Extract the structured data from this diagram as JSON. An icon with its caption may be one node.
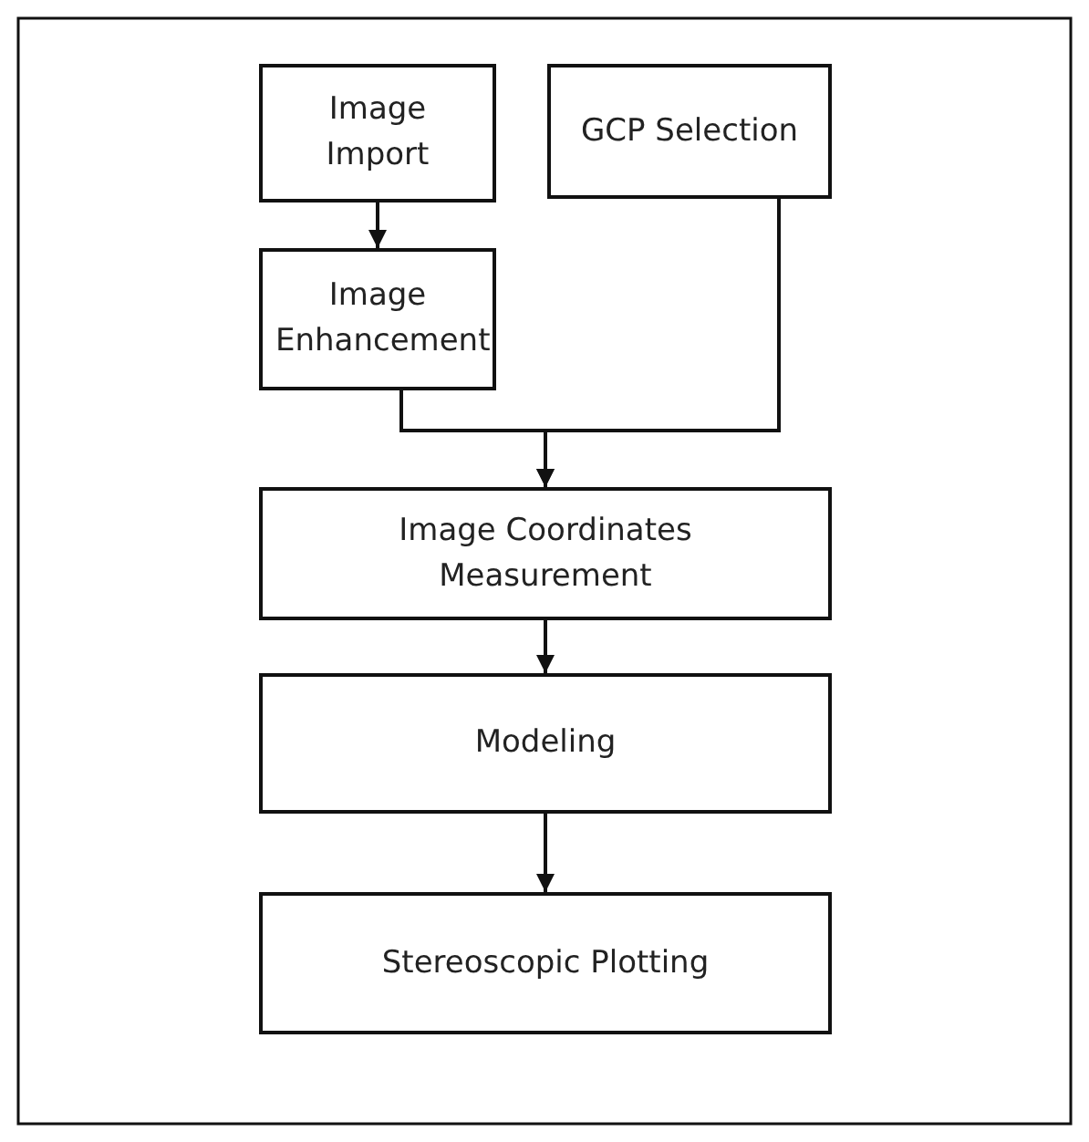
{
  "diagram": {
    "nodes": [
      {
        "text": [
          "Image Import"
        ]
      },
      {
        "text": [
          "GCP Selection"
        ]
      },
      {
        "text": [
          "Image Enhancement"
        ]
      },
      {
        "text": [
          "Image Coordinates Measurement"
        ]
      },
      {
        "text": [
          "Modeling"
        ]
      },
      {
        "text": [
          "Stereoscopic Plotting"
        ]
      }
    ],
    "edges": [
      {
        "from": 0,
        "to": 2,
        "arrow": "to"
      },
      {
        "from": 2,
        "to": 3,
        "arrow": "to"
      },
      {
        "from": 1,
        "to": 3,
        "arrow": "to"
      },
      {
        "from": 3,
        "to": 4,
        "arrow": "to"
      },
      {
        "from": 4,
        "to": 5,
        "arrow": "to"
      }
    ]
  }
}
